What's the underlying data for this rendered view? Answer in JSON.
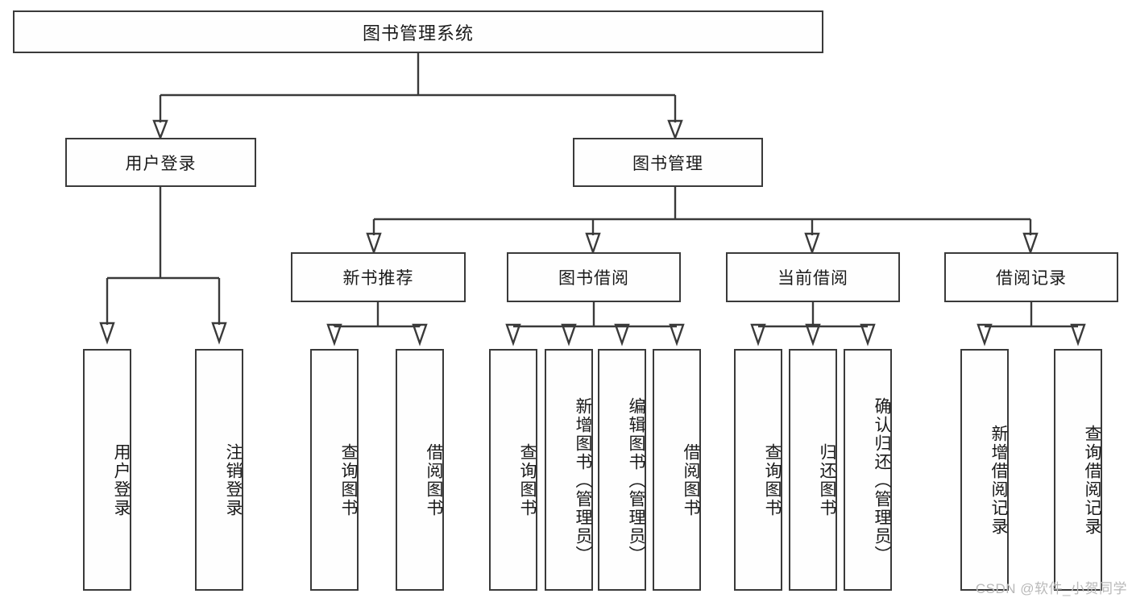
{
  "diagram": {
    "title": "图书管理系统",
    "type": "tree",
    "orientation": "top-down",
    "watermark": "CSDN @软件_小贺同学",
    "colors": {
      "background": "#ffffff",
      "node_fill": "#fefefe",
      "node_border": "#3a3a3a",
      "text": "#1a1a1a",
      "connector": "#3a3a3a",
      "watermark": "#b9b9b9"
    },
    "root": {
      "id": "root",
      "label": "图书管理系统"
    },
    "level2": [
      {
        "id": "user-login",
        "label": "用户登录"
      },
      {
        "id": "book-manage",
        "label": "图书管理"
      }
    ],
    "level3": [
      {
        "id": "new-book-rec",
        "label": "新书推荐",
        "parent": "book-manage"
      },
      {
        "id": "book-borrow",
        "label": "图书借阅",
        "parent": "book-manage"
      },
      {
        "id": "current-borrow",
        "label": "当前借阅",
        "parent": "book-manage"
      },
      {
        "id": "borrow-record",
        "label": "借阅记录",
        "parent": "book-manage"
      }
    ],
    "leaves": [
      {
        "id": "leaf-user-login",
        "label": "用户登录",
        "parent": "user-login"
      },
      {
        "id": "leaf-logout-login",
        "label": "注销登录",
        "parent": "user-login"
      },
      {
        "id": "leaf-query-book-1",
        "label": "查询图书",
        "parent": "new-book-rec"
      },
      {
        "id": "leaf-borrow-book-1",
        "label": "借阅图书",
        "parent": "new-book-rec"
      },
      {
        "id": "leaf-query-book-2",
        "label": "查询图书",
        "parent": "book-borrow"
      },
      {
        "id": "leaf-add-book",
        "label": "新增图书（管理员）",
        "parent": "book-borrow"
      },
      {
        "id": "leaf-edit-book",
        "label": "编辑图书（管理员）",
        "parent": "book-borrow"
      },
      {
        "id": "leaf-borrow-book-2",
        "label": "借阅图书",
        "parent": "book-borrow"
      },
      {
        "id": "leaf-query-book-3",
        "label": "查询图书",
        "parent": "current-borrow"
      },
      {
        "id": "leaf-return-book",
        "label": "归还图书",
        "parent": "current-borrow"
      },
      {
        "id": "leaf-confirm-return",
        "label": "确认归还（管理员）",
        "parent": "current-borrow"
      },
      {
        "id": "leaf-add-record",
        "label": "新增借阅记录",
        "parent": "borrow-record"
      },
      {
        "id": "leaf-query-record",
        "label": "查询借阅记录",
        "parent": "borrow-record"
      }
    ]
  }
}
